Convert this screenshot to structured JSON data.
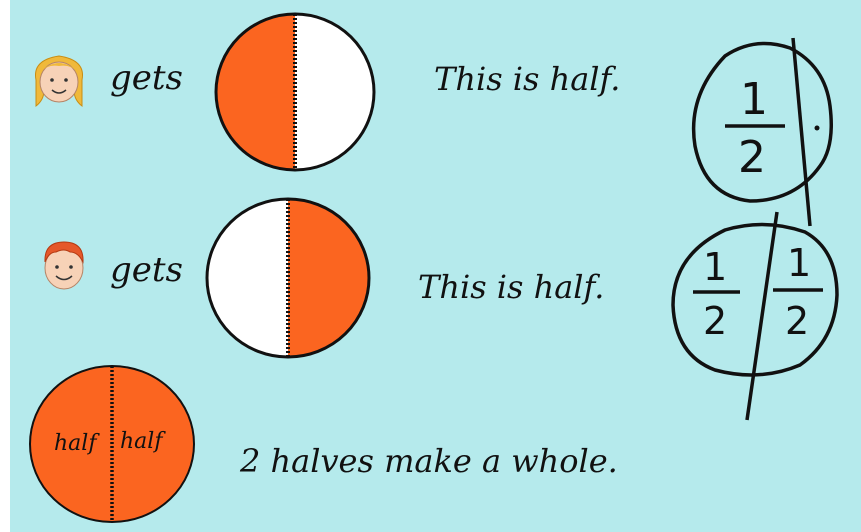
{
  "row1": {
    "person": "girl-face-icon",
    "gets_label": "gets",
    "caption": "This is half.",
    "fraction": {
      "numerator": "1",
      "denominator": "2"
    }
  },
  "row2": {
    "person": "boy-face-icon",
    "gets_label": "gets",
    "caption": "This is half.",
    "fraction_left": {
      "numerator": "1",
      "denominator": "2"
    },
    "fraction_right": {
      "numerator": "1",
      "denominator": "2"
    }
  },
  "row3": {
    "half_left": "half",
    "half_right": "half",
    "caption": "2 halves make a whole."
  },
  "colors": {
    "background": "#b5eaec",
    "orange": "#fb6520",
    "white": "#ffffff",
    "outline": "#111111"
  }
}
